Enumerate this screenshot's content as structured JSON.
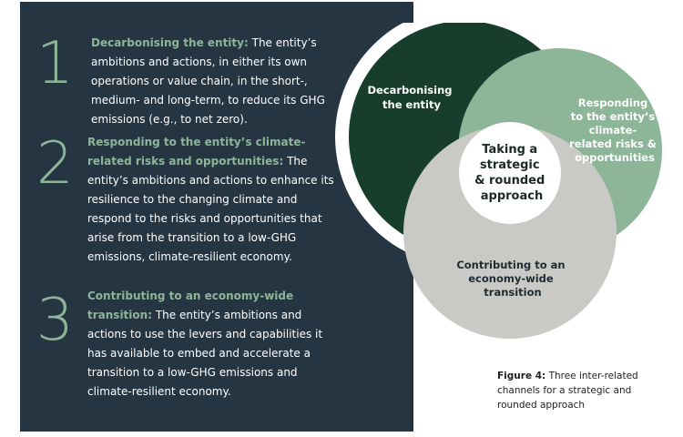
{
  "left_panel": {
    "items": [
      {
        "number": "1",
        "heading": "Decarbonising the entity:",
        "body": "The entity’s ambitions and actions, in either its own operations or value chain, in the short-, medium- and long-term, to reduce its GHG emissions (e.g., to net zero)."
      },
      {
        "number": "2",
        "heading": "Responding to the entity’s climate-related risks and opportunities:",
        "body": "The entity’s ambitions and actions to enhance its resilience to the changing climate and respond to the risks and opportunities that arise from the transition to a low-GHG emissions, climate-resilient economy."
      },
      {
        "number": "3",
        "heading": "Contributing to an economy-wide transition:",
        "body": "The entity’s ambitions and actions to use the levers and capabilities it has available to embed and accelerate a transition to a low-GHG emissions and climate-resilient economy."
      }
    ]
  },
  "diagram": {
    "circles": [
      {
        "label_lines": [
          "Decarbonising",
          "the entity"
        ],
        "color": "#173d2c"
      },
      {
        "label_lines": [
          "Responding",
          "to the entity’s",
          "climate-",
          "related risks &",
          "opportunities"
        ],
        "color": "#8db598"
      },
      {
        "label_lines": [
          "Contributing to an",
          "economy-wide",
          "transition"
        ],
        "color": "#c9cac6"
      }
    ],
    "center_label_lines": [
      "Taking a",
      "strategic",
      "& rounded",
      "approach"
    ],
    "colors": {
      "panel": "#263542",
      "accent": "#8db598",
      "center": "#ffffff"
    }
  },
  "caption": {
    "label": "Figure 4:",
    "text": " Three inter-related channels for a strategic and rounded approach"
  }
}
